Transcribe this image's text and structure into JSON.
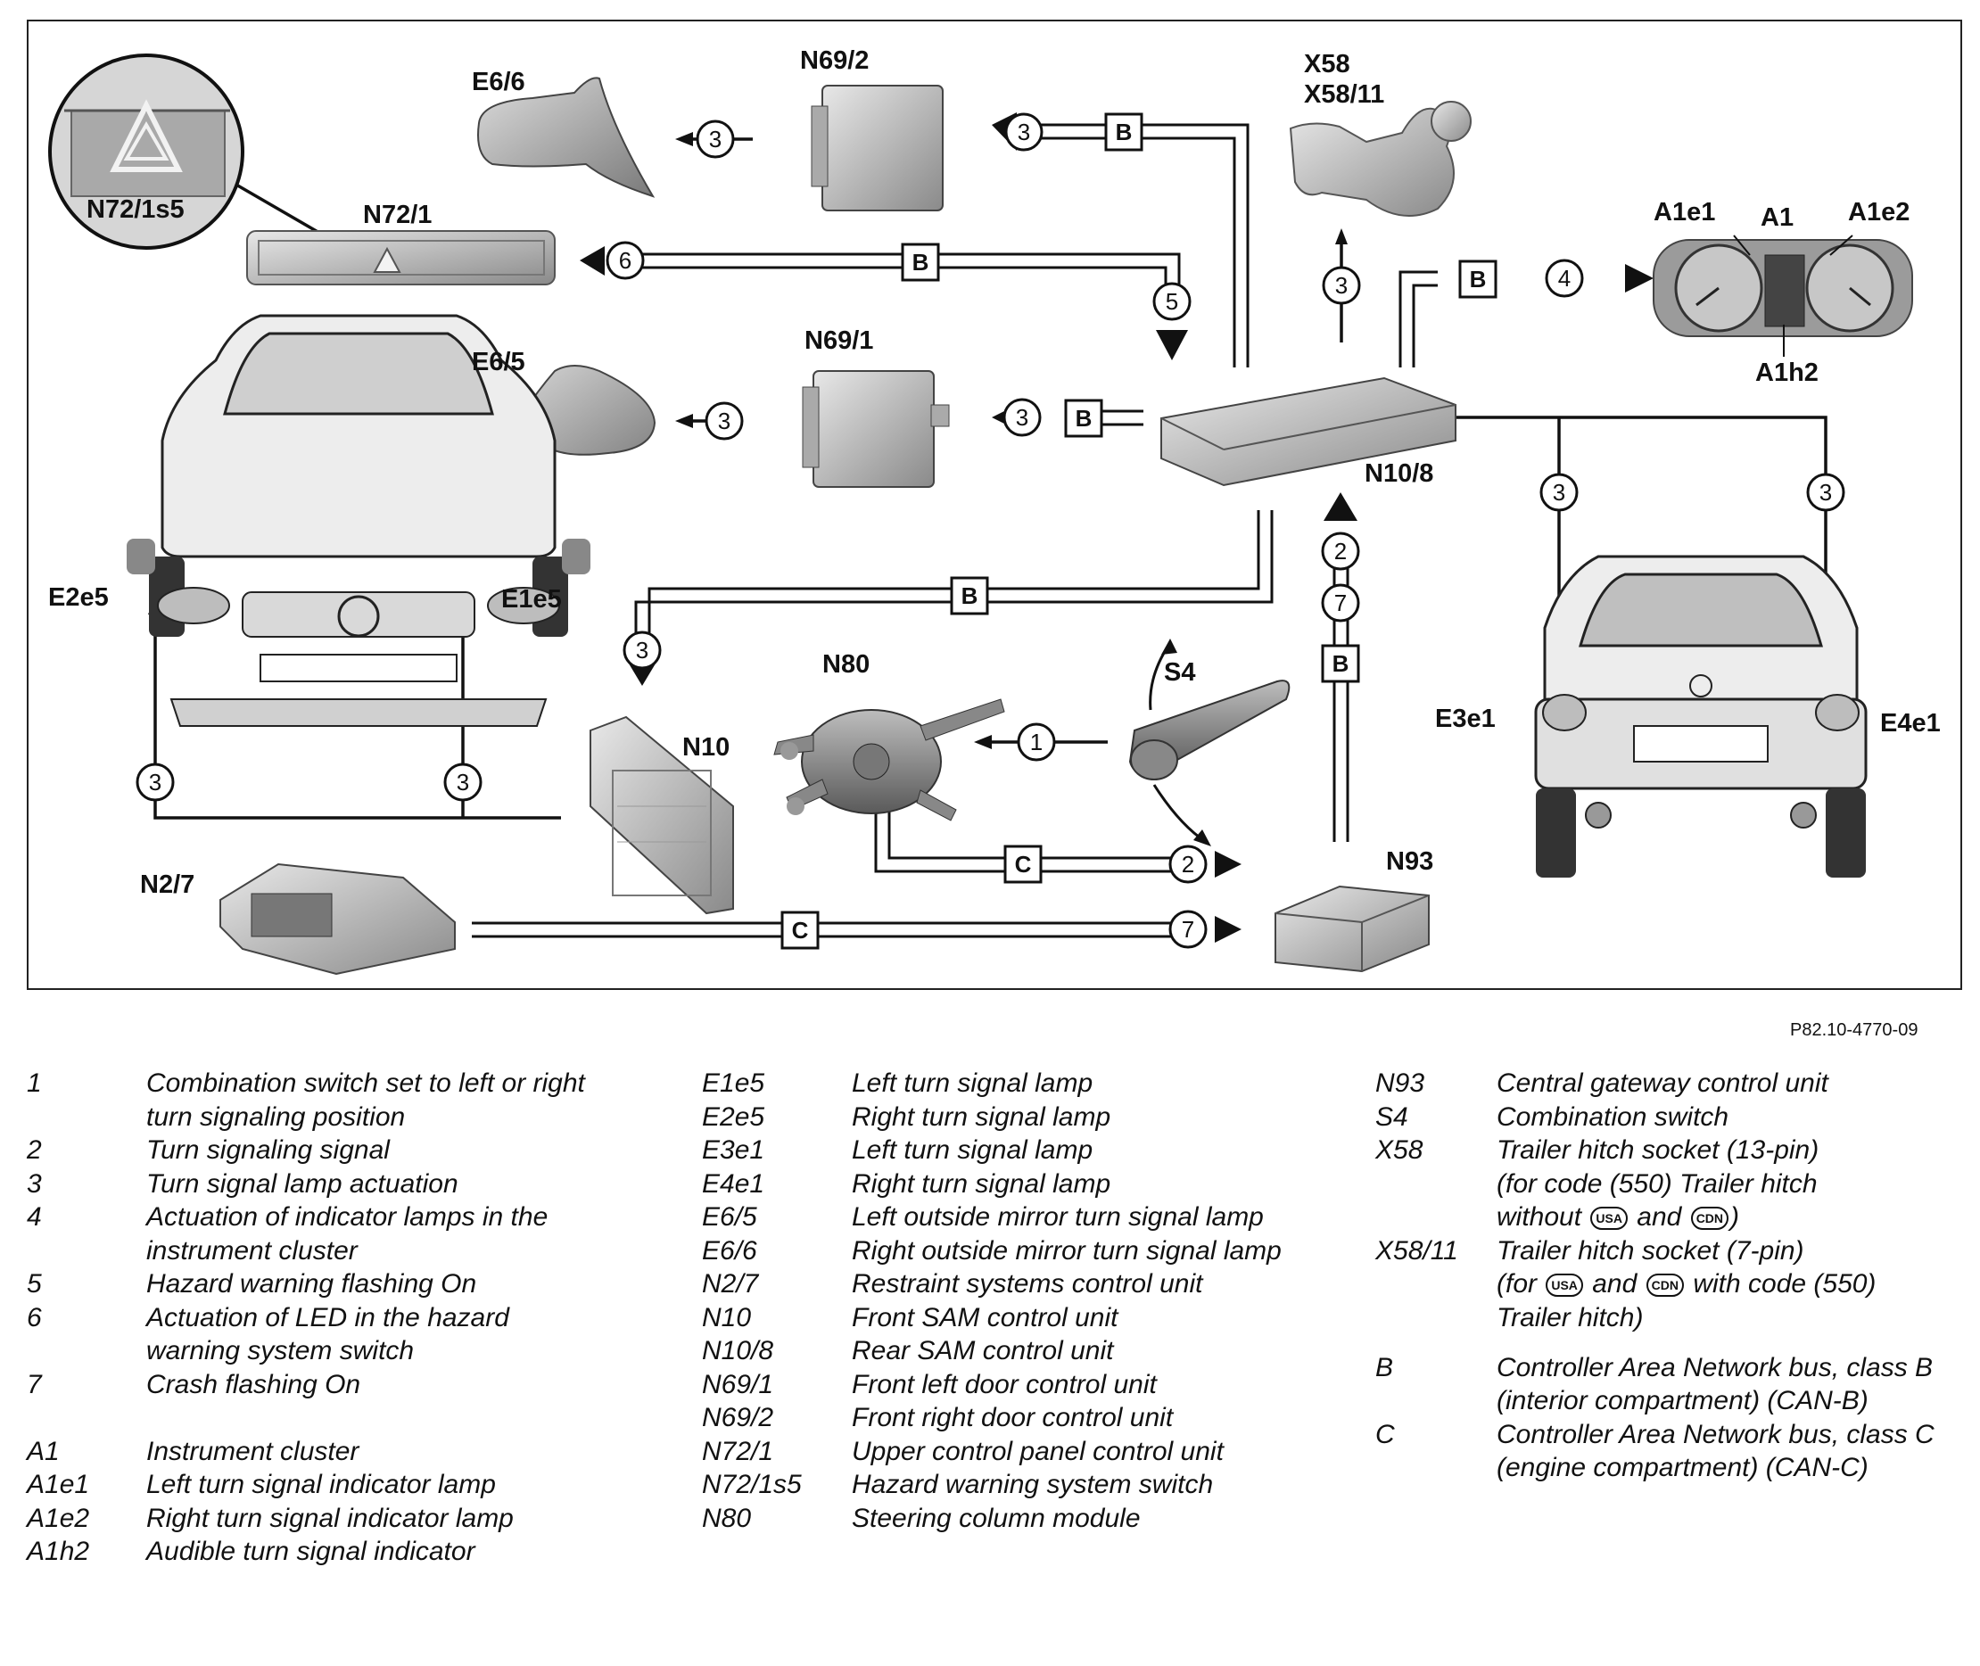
{
  "component_labels": {
    "e6_6": "E6/6",
    "n69_2": "N69/2",
    "x58": "X58",
    "x58_11": "X58/11",
    "n72_1s5": "N72/1s5",
    "n72_1": "N72/1",
    "a1e1": "A1e1",
    "a1": "A1",
    "a1e2": "A1e2",
    "a1h2": "A1h2",
    "e6_5": "E6/5",
    "n69_1": "N69/1",
    "n10_8": "N10/8",
    "e2e5": "E2e5",
    "e1e5": "E1e5",
    "n80": "N80",
    "s4": "S4",
    "n10": "N10",
    "e3e1": "E3e1",
    "e4e1": "E4e1",
    "n2_7": "N2/7",
    "n93": "N93"
  },
  "bus_labels": {
    "b": "B",
    "c": "C"
  },
  "signal_numbers": {
    "s1": "1",
    "s2": "2",
    "s3": "3",
    "s4": "4",
    "s5": "5",
    "s6": "6",
    "s7": "7"
  },
  "figure_ref": "P82.10-4770-09",
  "legend": {
    "col1": [
      {
        "key": "1",
        "desc": "Combination switch set to left or right turn signaling position"
      },
      {
        "key": "2",
        "desc": "Turn signaling signal"
      },
      {
        "key": "3",
        "desc": "Turn signal lamp actuation"
      },
      {
        "key": "4",
        "desc": "Actuation of indicator lamps in the instrument cluster"
      },
      {
        "key": "5",
        "desc": "Hazard warning flashing On"
      },
      {
        "key": "6",
        "desc": "Actuation of LED in the hazard warning system switch"
      },
      {
        "key": "7",
        "desc": "Crash flashing On"
      },
      {
        "key": "A1",
        "desc": "Instrument cluster"
      },
      {
        "key": "A1e1",
        "desc": "Left turn signal indicator lamp"
      },
      {
        "key": "A1e2",
        "desc": "Right turn signal indicator lamp"
      },
      {
        "key": "A1h2",
        "desc": "Audible turn signal indicator"
      }
    ],
    "col2": [
      {
        "key": "E1e5",
        "desc": "Left turn signal lamp"
      },
      {
        "key": "E2e5",
        "desc": "Right turn signal lamp"
      },
      {
        "key": "E3e1",
        "desc": "Left turn signal lamp"
      },
      {
        "key": "E4e1",
        "desc": "Right turn signal lamp"
      },
      {
        "key": "E6/5",
        "desc": "Left outside mirror turn signal lamp"
      },
      {
        "key": "E6/6",
        "desc": "Right outside mirror turn signal lamp"
      },
      {
        "key": "N2/7",
        "desc": "Restraint systems control unit"
      },
      {
        "key": "N10",
        "desc": "Front SAM control unit"
      },
      {
        "key": "N10/8",
        "desc": "Rear SAM control unit"
      },
      {
        "key": "N69/1",
        "desc": "Front left door control unit"
      },
      {
        "key": "N69/2",
        "desc": "Front right door control unit"
      },
      {
        "key": "N72/1",
        "desc": "Upper control panel control unit"
      },
      {
        "key": "N72/1s5",
        "desc": "Hazard warning system switch"
      },
      {
        "key": "N80",
        "desc": "Steering column module"
      }
    ],
    "col3": [
      {
        "key": "N93",
        "desc": "Central gateway control unit"
      },
      {
        "key": "S4",
        "desc": "Combination switch"
      },
      {
        "key": "X58",
        "desc_a": "Trailer hitch socket (13-pin)",
        "desc_b": "(for code (550) Trailer hitch",
        "desc_c": "without",
        "desc_d": "and",
        "desc_e": ")"
      },
      {
        "key": "X58/11",
        "desc_a": "Trailer hitch socket (7-pin)",
        "desc_b": "(for",
        "desc_c": "and",
        "desc_d": "with code (550)",
        "desc_e": "Trailer hitch)"
      },
      {
        "key": "B",
        "desc": "Controller Area Network bus, class B (interior compartment) (CAN-B)"
      },
      {
        "key": "C",
        "desc": "Controller Area Network bus, class C (engine compartment) (CAN-C)"
      }
    ],
    "badges": {
      "usa": "USA",
      "cdn": "CDN"
    }
  }
}
